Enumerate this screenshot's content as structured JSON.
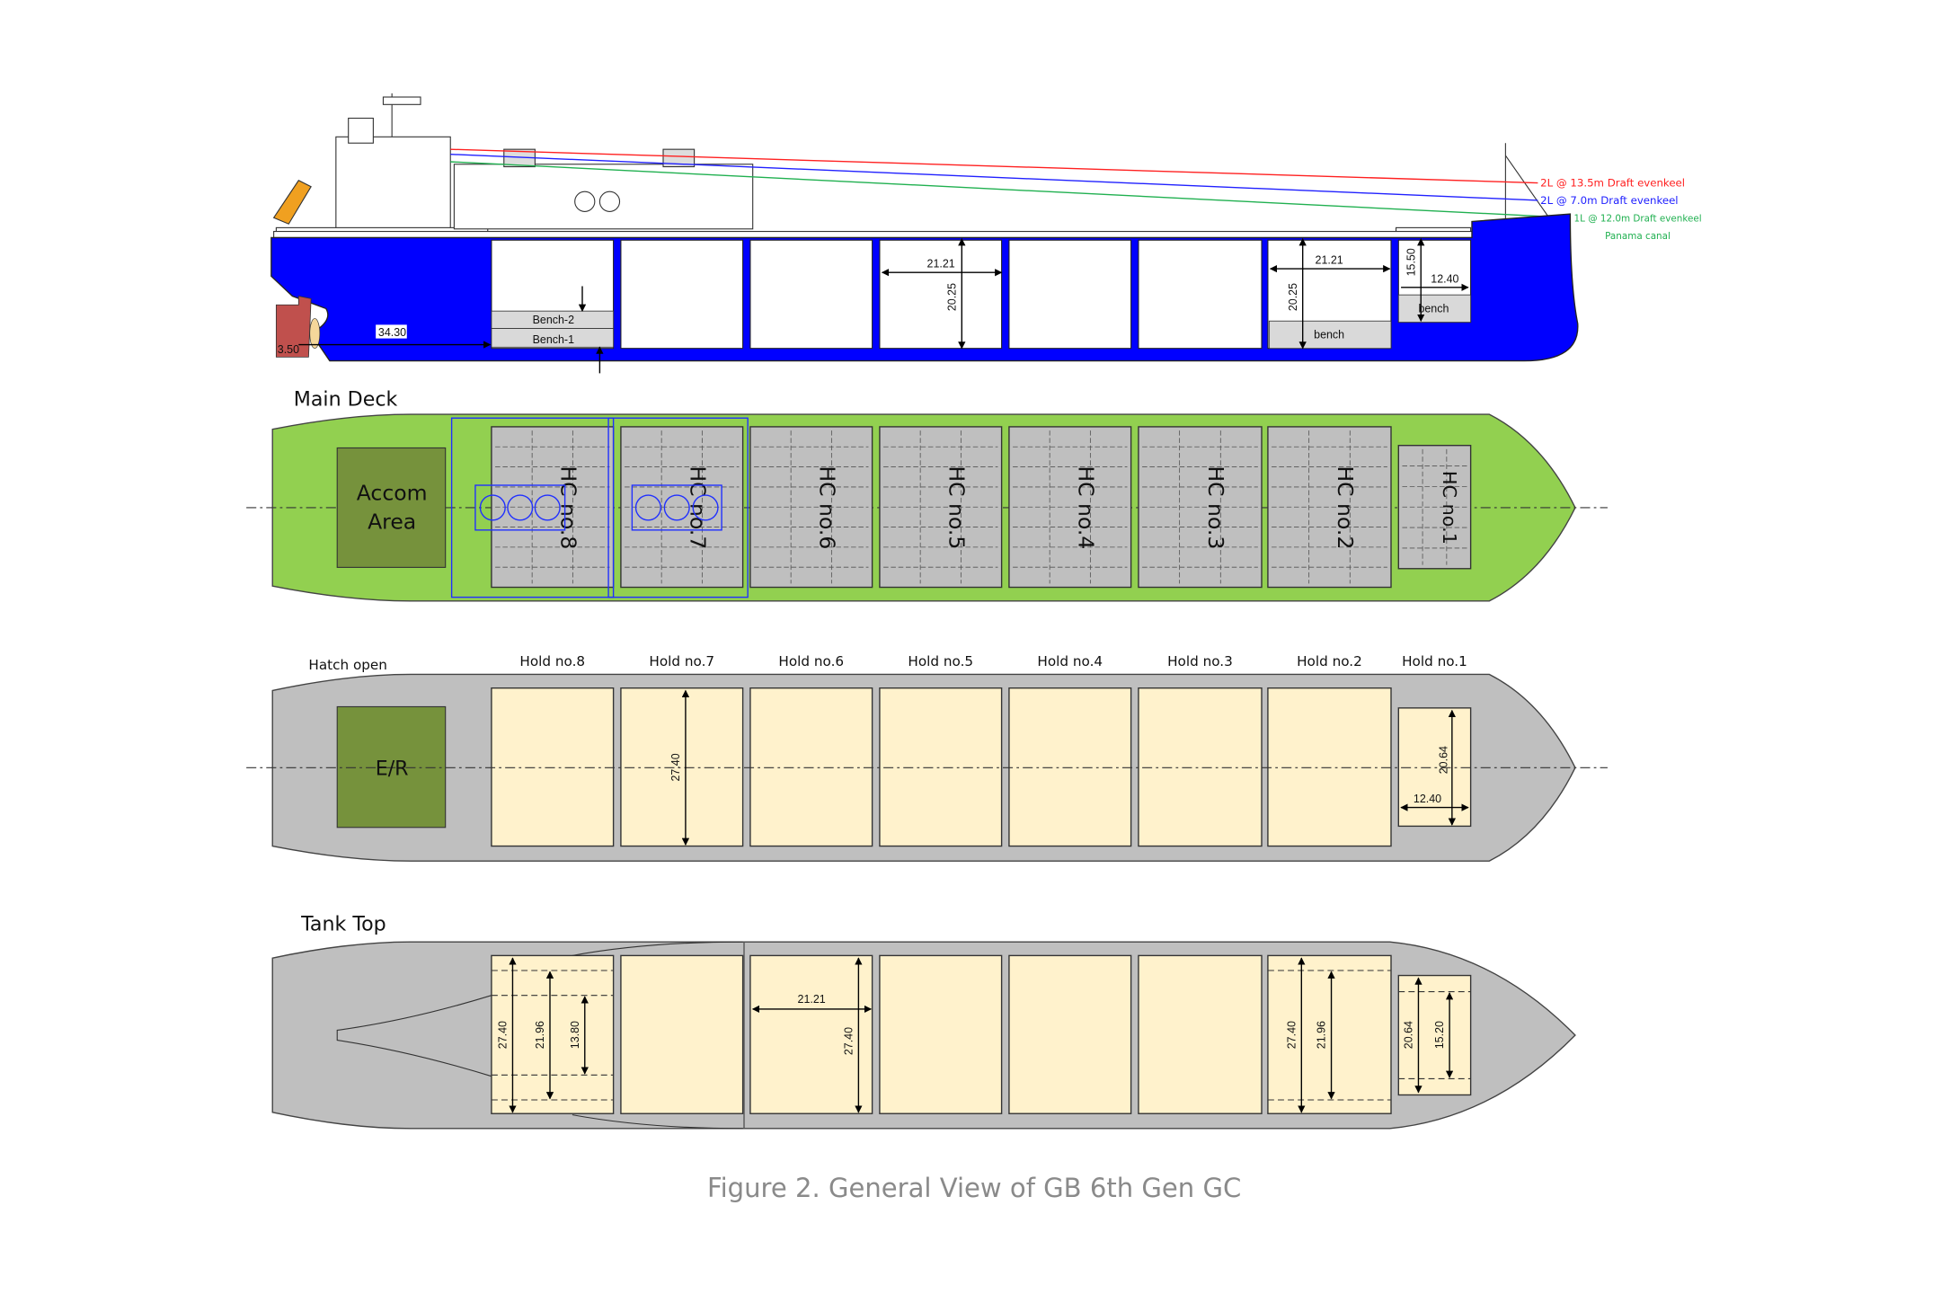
{
  "side_view": {
    "draft_lines": [
      {
        "text": "2L @ 13.5m Draft evenkeel",
        "color": "#ff2020"
      },
      {
        "text": "2L @ 7.0m Draft evenkeel",
        "color": "#2020ff"
      },
      {
        "text": "1L @ 12.0m Draft evenkeel",
        "color": "#20b050"
      }
    ],
    "panama_note": "Panama canal",
    "dims": {
      "stern_length": "34.30",
      "rudder": "3.50",
      "hold_width": "21.21",
      "hold_height": "20.25",
      "hold2_width": "21.21",
      "hold2_height": "20.25",
      "hold1_width": "12.40",
      "hold1_height": "15.50"
    },
    "bench_labels": {
      "bench2": "Bench-2",
      "bench1": "Bench-1",
      "bench_hold2": "bench",
      "bench_hold1": "bench"
    },
    "hull_color": "#0000ff"
  },
  "main_deck": {
    "title": "Main Deck",
    "accom_label": "Accom Area",
    "hatch_covers": [
      "HC no.8",
      "HC no.7",
      "HC no.6",
      "HC no.5",
      "HC no.4",
      "HC no.3",
      "HC no.2",
      "HC no.1"
    ],
    "deck_color": "#92d050"
  },
  "hatch_open": {
    "title": "Hatch open",
    "er_label": "E/R",
    "holds": [
      "Hold no.8",
      "Hold no.7",
      "Hold no.6",
      "Hold no.5",
      "Hold no.4",
      "Hold no.3",
      "Hold no.2",
      "Hold no.1"
    ],
    "dims": {
      "hold7_length": "27.40",
      "hold1_length": "20.64",
      "hold1_width": "12.40"
    }
  },
  "tank_top": {
    "title": "Tank Top",
    "dims": {
      "h8_a": "27.40",
      "h8_b": "21.96",
      "h8_c": "13.80",
      "h6_width": "21.21",
      "h6_length": "27.40",
      "h2_a": "27.40",
      "h2_b": "21.96",
      "h1_a": "20.64",
      "h1_b": "15.20"
    }
  },
  "caption": "Figure 2. General View of GB 6th Gen GC"
}
